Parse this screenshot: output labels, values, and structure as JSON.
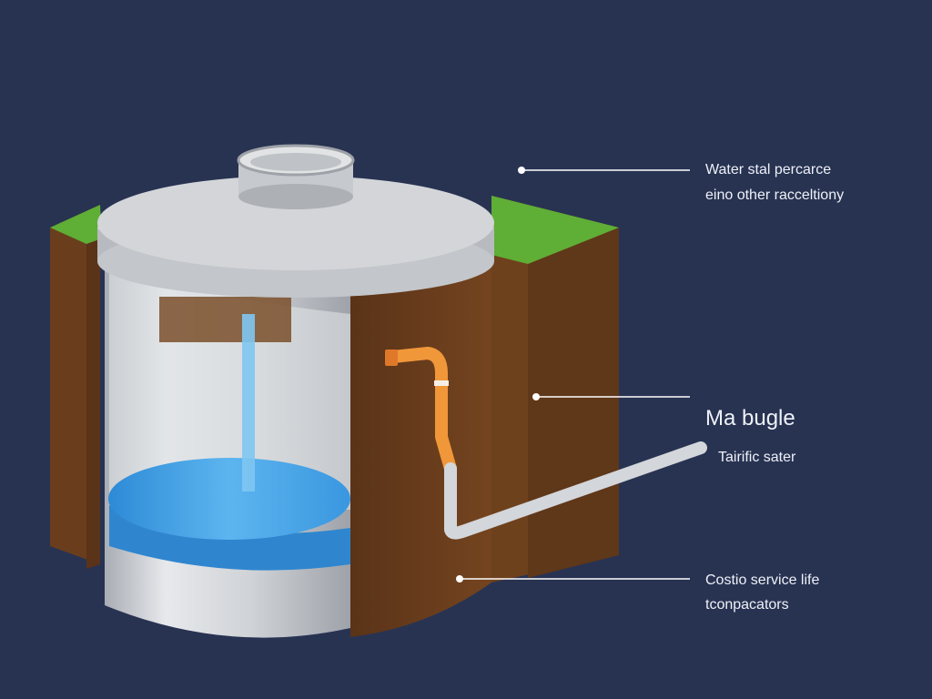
{
  "callouts": [
    {
      "lines": [
        "Water stal percarce",
        "eino other racceltiony"
      ]
    },
    {
      "lines": [
        "Ma bugle",
        "Tairific sater"
      ]
    },
    {
      "lines": [
        "Costio service life",
        "tconpacators"
      ]
    }
  ],
  "colors": {
    "background": "#283352",
    "soil": "#6b3f1d",
    "grass": "#5fae36",
    "tank": "#c9ccd1",
    "water": "#3e9be0",
    "pipe_orange": "#f0973a",
    "pipe_gray": "#d3d6da",
    "callout_text": "#eef1f7"
  }
}
